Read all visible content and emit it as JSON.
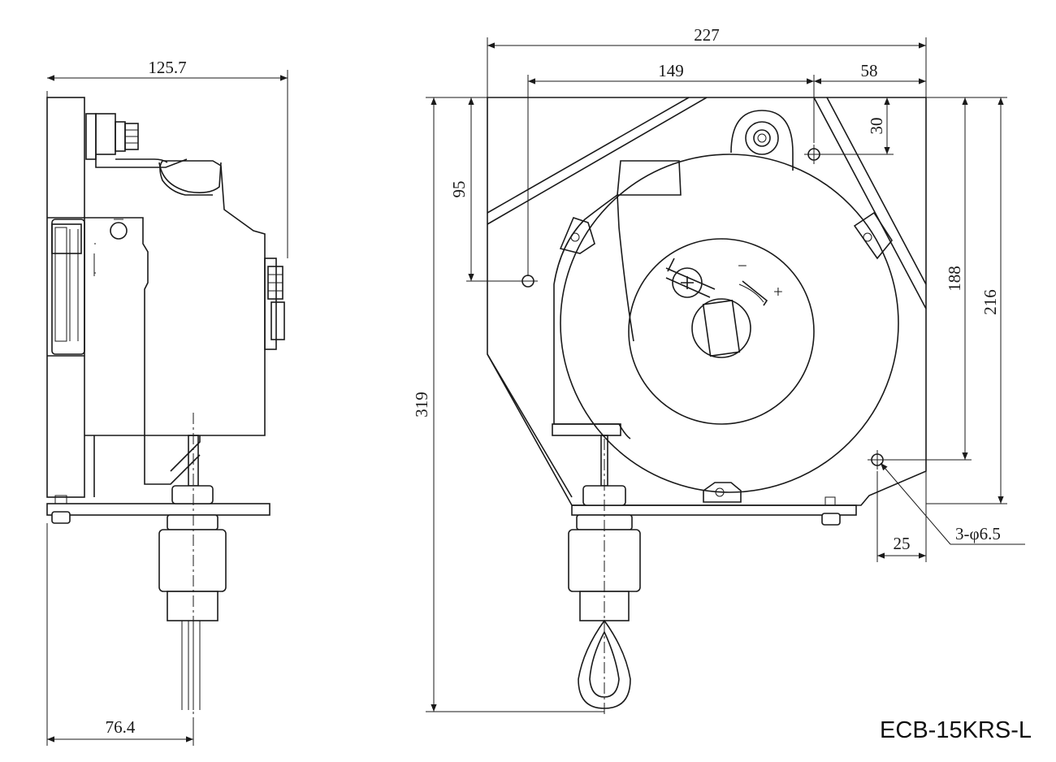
{
  "model_label": "ECB-15KRS-L",
  "side_view": {
    "dim_width": "125.7",
    "dim_offset": "76.4"
  },
  "front_view": {
    "dim_overall_width": "227",
    "dim_width_left": "149",
    "dim_width_right": "58",
    "dim_top_offset": "30",
    "dim_left_hole": "95",
    "dim_height_188": "188",
    "dim_height_216": "216",
    "dim_total_height": "319",
    "dim_bottom_offset": "25",
    "hole_callout": "3-φ6.5",
    "spring_minus": "−",
    "spring_plus": "+"
  }
}
